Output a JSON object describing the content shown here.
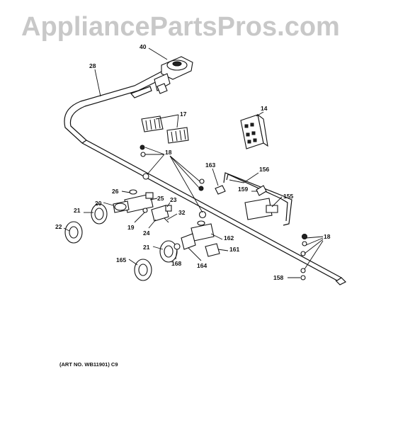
{
  "watermark": "AppliancePartsPros.com",
  "art_number": "(ART NO. WB11901) C9",
  "callouts": {
    "c40": "40",
    "c28": "28",
    "c17": "17",
    "c14": "14",
    "c18a": "18",
    "c163": "163",
    "c156": "156",
    "c159": "159",
    "c155": "155",
    "c26": "26",
    "c25": "25",
    "c20": "20",
    "c21a": "21",
    "c23": "23",
    "c32": "32",
    "c22": "22",
    "c19": "19",
    "c24": "24",
    "c162": "162",
    "c161": "161",
    "c21b": "21",
    "c165": "165",
    "c168": "168",
    "c164": "164",
    "c18b": "18",
    "c158": "158"
  }
}
